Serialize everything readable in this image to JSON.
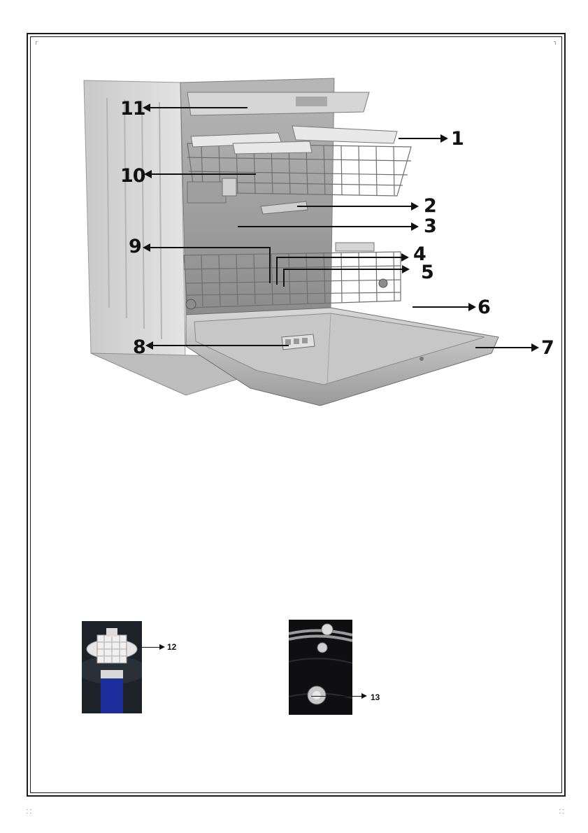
{
  "labels": {
    "n1": "1",
    "n2": "2",
    "n3": "3",
    "n4": "4",
    "n5": "5",
    "n6": "6",
    "n7": "7",
    "n8": "8",
    "n9": "9",
    "n10": "10",
    "n11": "11",
    "n12": "12",
    "n13": "13"
  },
  "page_marks": {
    "footer_left": "⸬",
    "footer_right": "⸬"
  }
}
